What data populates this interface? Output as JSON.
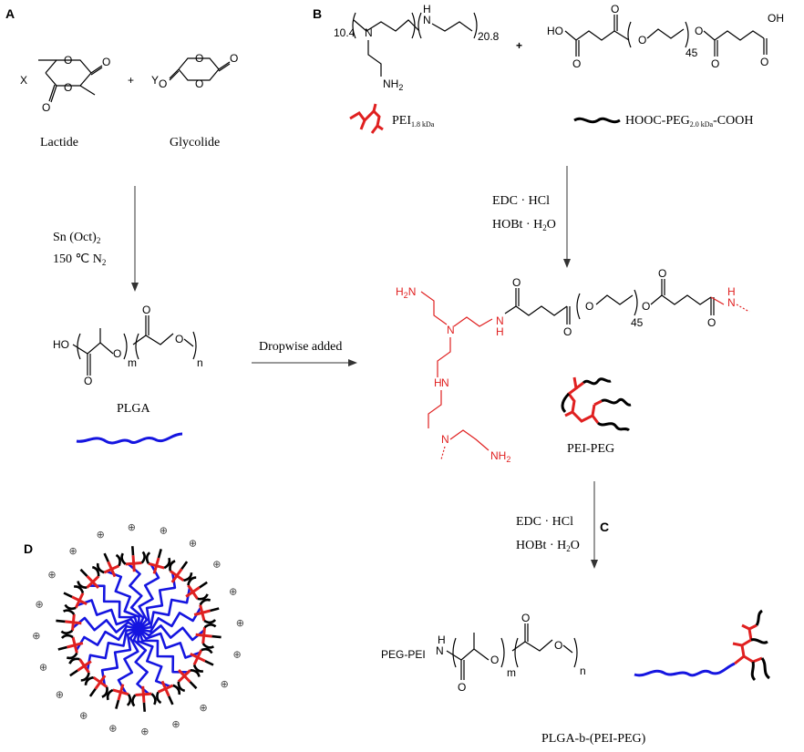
{
  "panels": {
    "a": "A",
    "b": "B",
    "c": "C",
    "d": "D"
  },
  "panel_a": {
    "coef_x": "X",
    "coef_y": "Y",
    "plus": "+",
    "lactide_label": "Lactide",
    "glycolide_label": "Glycolide",
    "catalyst": "Sn (Oct)",
    "catalyst_sub": "2",
    "conditions": "150 ℃ N",
    "conditions_sub": "2",
    "plga_label": "PLGA",
    "plga_ho": "HO",
    "plga_m": "m",
    "plga_n": "n",
    "dropwise": "Dropwise added"
  },
  "panel_b": {
    "pei_n_left": "10.4",
    "pei_n_right": "20.8",
    "pei_amine": "NH",
    "pei_amine_sub": "2",
    "pei_n_atom": "N",
    "pei_nh_atom": "H",
    "plus": "+",
    "peg_ho": "HO",
    "peg_oh": "OH",
    "peg_n": "45",
    "pei_legend": "PEI",
    "pei_legend_sub": "1.8 kDa",
    "peg_legend_pre": "HOOC-PEG",
    "peg_legend_sub": "2.0 kDa",
    "peg_legend_post": "-COOH",
    "reagent1": "EDC · HCl",
    "reagent2_pre": "HOBt · H",
    "reagent2_sub": "2",
    "reagent2_post": "O",
    "pei_peg_label": "PEI-PEG",
    "product_n": "45",
    "red_h2n": "H",
    "red_h2n_sub": "2",
    "red_n": "N"
  },
  "panel_c": {
    "reagent1": "EDC · HCl",
    "reagent2_pre": "HOBt · H",
    "reagent2_sub": "2",
    "reagent2_post": "O",
    "peg_pei": "PEG-PEI",
    "final_m": "m",
    "final_n": "n",
    "final_label": "PLGA-b-(PEI-PEG)"
  },
  "panel_d": {
    "charge_symbol": "⊕"
  },
  "colors": {
    "plga": "#1515e0",
    "pei": "#e02020",
    "peg": "#000000"
  }
}
